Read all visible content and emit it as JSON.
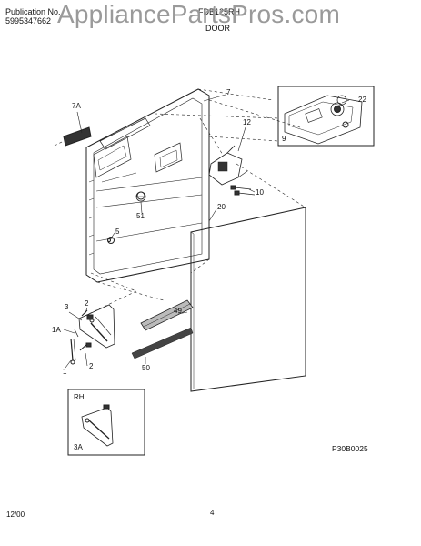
{
  "header": {
    "publication_label": "Publication No.",
    "publication_number": "5995347662",
    "model": "FDB125RH",
    "section": "DOOR"
  },
  "watermark": "AppliancePartsPros.com",
  "callouts": {
    "c7A": "7A",
    "c7": "7",
    "c22": "22",
    "c12": "12",
    "c9": "9",
    "c10": "10",
    "c20": "20",
    "c51": "51",
    "c5": "5",
    "c49": "49",
    "c3": "3",
    "c2a": "2",
    "c1A": "1A",
    "c2b": "2",
    "c1": "1",
    "c50": "50",
    "cRH": "RH",
    "c3A": "3A"
  },
  "diagram_code": "P30B0025",
  "footer": {
    "date": "12/00",
    "page": "4"
  }
}
